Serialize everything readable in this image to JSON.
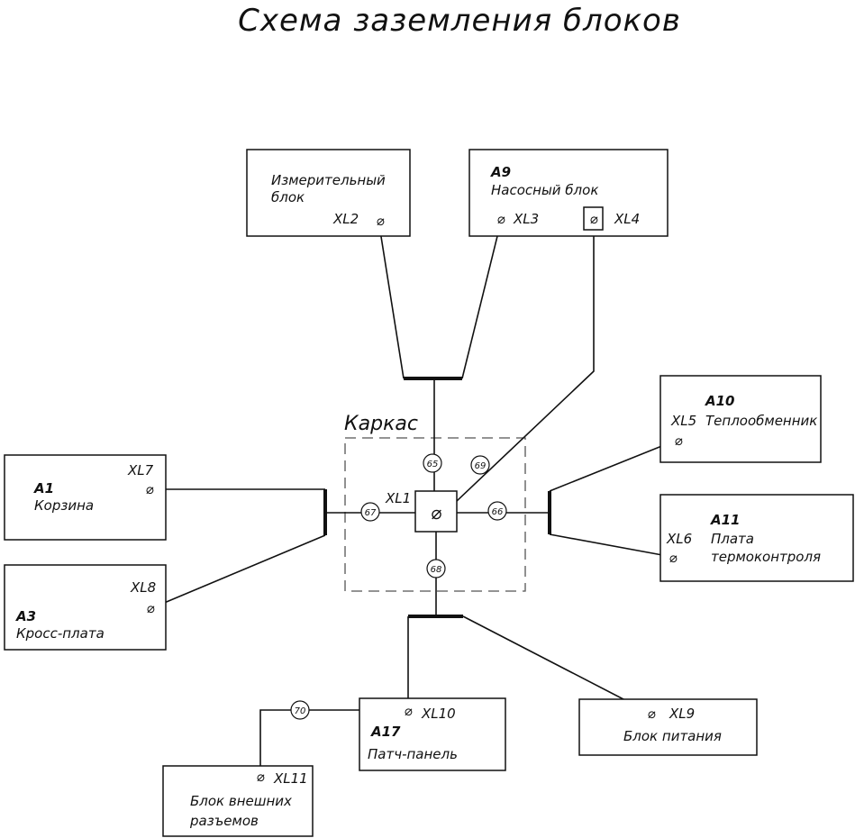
{
  "title": "Схема заземления блоков",
  "frame": {
    "label": "Каркас",
    "terminal": "XL1"
  },
  "blocks": [
    {
      "id": "izmer",
      "designator": "",
      "name_lines": [
        "Измерительный",
        "блок"
      ],
      "terminals": [
        "XL2"
      ]
    },
    {
      "id": "a9",
      "designator": "A9",
      "name_lines": [
        "Насосный блок"
      ],
      "terminals": [
        "XL3",
        "XL4"
      ]
    },
    {
      "id": "a10",
      "designator": "A10",
      "name_lines": [
        "Теплообменник"
      ],
      "terminals": [
        "XL5"
      ]
    },
    {
      "id": "a11",
      "designator": "A11",
      "name_lines": [
        "Плата",
        "термоконтроля"
      ],
      "terminals": [
        "XL6"
      ]
    },
    {
      "id": "a1",
      "designator": "A1",
      "name_lines": [
        "Корзина"
      ],
      "terminals": [
        "XL7"
      ]
    },
    {
      "id": "a3",
      "designator": "A3",
      "name_lines": [
        "Кросс-плата"
      ],
      "terminals": [
        "XL8"
      ]
    },
    {
      "id": "bp",
      "designator": "",
      "name_lines": [
        "Блок питания"
      ],
      "terminals": [
        "XL9"
      ]
    },
    {
      "id": "a17",
      "designator": "A17",
      "name_lines": [
        "Патч-панель"
      ],
      "terminals": [
        "XL10"
      ]
    },
    {
      "id": "bvr",
      "designator": "",
      "name_lines": [
        "Блок внешних",
        "разъемов"
      ],
      "terminals": [
        "XL11"
      ]
    }
  ],
  "wires": [
    {
      "number": "65",
      "from": "XL1",
      "to": "XL2, XL3"
    },
    {
      "number": "66",
      "from": "XL1",
      "to": "XL5, XL6"
    },
    {
      "number": "67",
      "from": "XL1",
      "to": "XL7, XL8"
    },
    {
      "number": "68",
      "from": "XL1",
      "to": "XL9, XL10"
    },
    {
      "number": "69",
      "from": "XL1",
      "to": "XL4"
    },
    {
      "number": "70",
      "from": "XL10",
      "to": "XL11"
    }
  ],
  "terminal_symbol": "⌀",
  "colors": {
    "line": "#111111",
    "frame_dash": "#555555",
    "background": "#ffffff"
  }
}
